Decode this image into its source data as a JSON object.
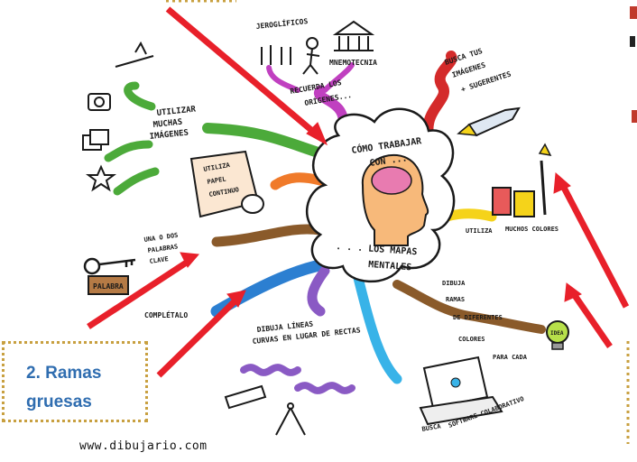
{
  "mindmap": {
    "center_top": [
      "CÓMO TRABAJAR",
      "CON ..."
    ],
    "center_bottom": [
      ". . . LOS MAPAS",
      "MENTALES"
    ],
    "branches": {
      "jeroglificos": "JEROGLÍFICOS",
      "mnemotecnia": "MNEMOTECNIA",
      "recuerda": [
        "RECUERDA LOS",
        "ORÍGENES..."
      ],
      "busca_imagenes": [
        "BUSCA TUS",
        "IMÁGENES",
        "+ SUGERENTES"
      ],
      "utilizar_imagenes": [
        "UTILIZAR",
        "MUCHAS",
        "IMÁGENES"
      ],
      "papel": [
        "UTILIZA",
        "PAPEL",
        "CONTINUO"
      ],
      "colores": [
        "UTILIZA",
        "MUCHOS COLORES"
      ],
      "palabras": [
        "UNA O DOS",
        "PALABRAS",
        "CLAVE"
      ],
      "palabra_tag": "PALABRA",
      "completalo": "COMPLÉTALO",
      "lineas": [
        "DIBUJA LÍNEAS",
        "CURVAS EN LUGAR DE RECTAS"
      ],
      "ramas": [
        "DIBUJA",
        "RAMAS",
        "DE DIFERENTES",
        "COLORES",
        "PARA CADA"
      ],
      "idea": "IDEA",
      "software": [
        "BUSCA",
        "SOFTWARE COLABORATIVO"
      ]
    }
  },
  "callout": {
    "line1": "2. Ramas",
    "line2": "gruesas"
  },
  "footer": {
    "url": "www.dibujario.com"
  },
  "colors": {
    "arrow": "#e8202a",
    "callout_text": "#2f6db0",
    "callout_border": "#c8a040"
  }
}
